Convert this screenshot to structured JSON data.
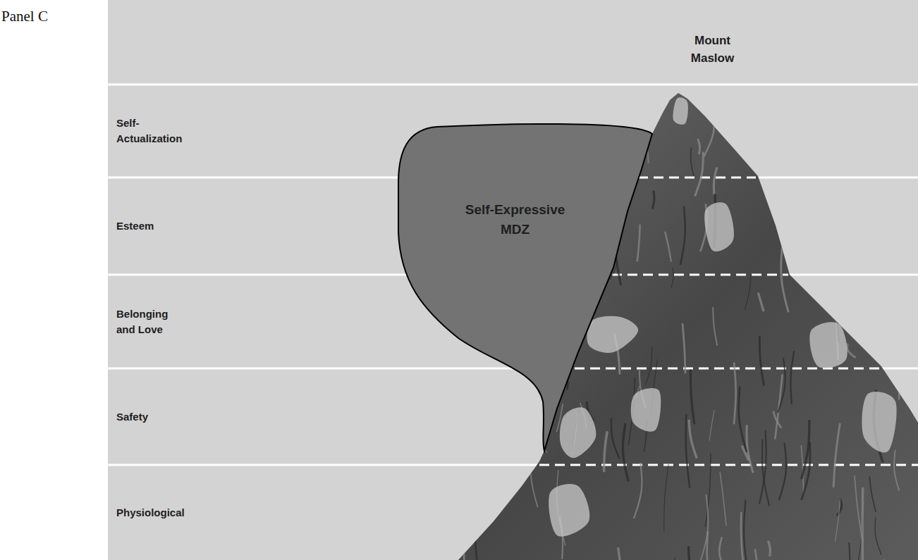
{
  "diagram": {
    "nodes": [
      {
        "text": [
          "Mount Maslow"
        ]
      },
      {
        "text": [
          "Self-Actualization"
        ]
      },
      {
        "text": [
          "Esteem"
        ]
      },
      {
        "text": [
          "Belonging and Love"
        ]
      },
      {
        "text": [
          "Safety"
        ]
      },
      {
        "text": [
          "Physiological"
        ]
      },
      {
        "text": [
          "Self-Expressive MDZ"
        ]
      }
    ],
    "labels": [
      "Panel C"
    ]
  }
}
